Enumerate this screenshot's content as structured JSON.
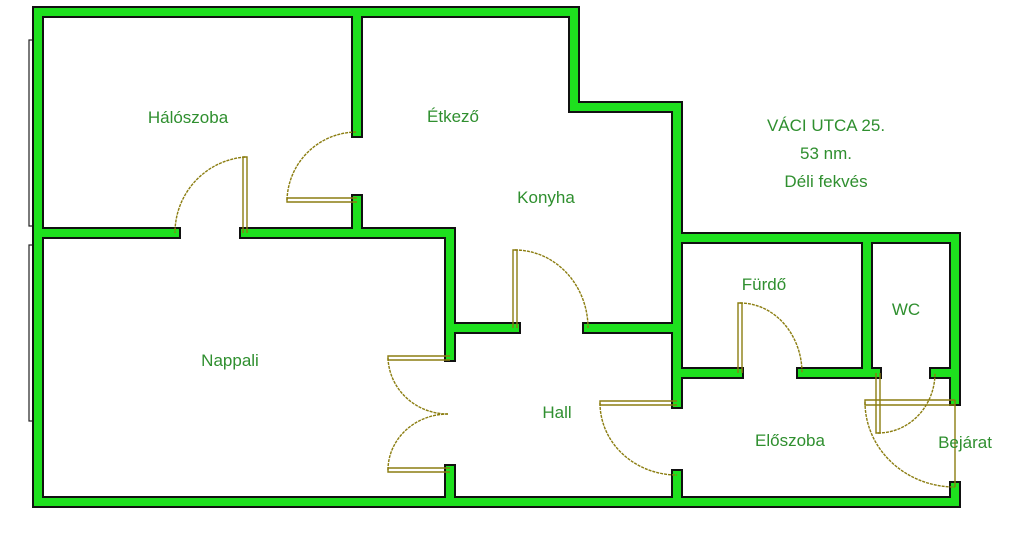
{
  "plan": {
    "address": "VÁCI UTCA 25.",
    "area": "53 nm.",
    "orientation": "Déli fekvés"
  },
  "rooms": {
    "bedroom": "Hálószoba",
    "dining": "Étkező",
    "kitchen": "Konyha",
    "living": "Nappali",
    "hall": "Hall",
    "bathroom": "Fürdő",
    "wc": "WC",
    "anteroom": "Előszoba",
    "entrance": "Bejárat"
  },
  "colors": {
    "wall": "#1ee01e",
    "outline": "#111111",
    "label": "#2f8f2f",
    "door": "#8b7d10"
  }
}
